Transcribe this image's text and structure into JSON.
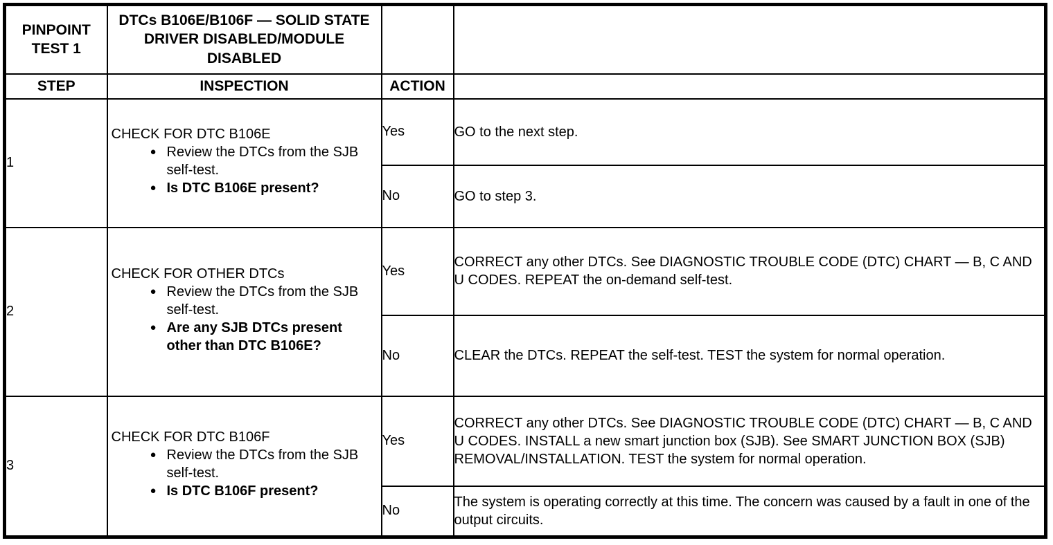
{
  "table": {
    "test_label": "PINPOINT TEST 1",
    "title": "DTCs B106E/B106F — SOLID STATE DRIVER DISABLED/MODULE DISABLED",
    "columns": {
      "step": "STEP",
      "inspection": "INSPECTION",
      "action": "ACTION"
    },
    "steps": [
      {
        "number": "1",
        "heading": "CHECK FOR DTC B106E",
        "bullets": [
          {
            "text": "Review the DTCs from the SJB self-test.",
            "bold": false
          },
          {
            "text": "Is DTC B106E present?",
            "bold": true
          }
        ],
        "results": [
          {
            "answer": "Yes",
            "action": "GO to the next step."
          },
          {
            "answer": "No",
            "action": "GO to step 3."
          }
        ]
      },
      {
        "number": "2",
        "heading": "CHECK FOR OTHER DTCs",
        "bullets": [
          {
            "text": "Review the DTCs from the SJB self-test.",
            "bold": false
          },
          {
            "text": "Are any SJB DTCs present other than DTC B106E?",
            "bold": true
          }
        ],
        "results": [
          {
            "answer": "Yes",
            "action": "CORRECT any other DTCs. See DIAGNOSTIC TROUBLE CODE (DTC) CHART — B, C AND U CODES. REPEAT the on-demand self-test."
          },
          {
            "answer": "No",
            "action": "CLEAR the DTCs. REPEAT the self-test. TEST the system for normal operation."
          }
        ]
      },
      {
        "number": "3",
        "heading": "CHECK FOR DTC B106F",
        "bullets": [
          {
            "text": "Review the DTCs from the SJB self-test.",
            "bold": false
          },
          {
            "text": "Is DTC B106F present?",
            "bold": true
          }
        ],
        "results": [
          {
            "answer": "Yes",
            "action": "CORRECT any other DTCs. See DIAGNOSTIC TROUBLE CODE (DTC) CHART — B, C AND U CODES. INSTALL a new smart junction box (SJB). See SMART JUNCTION BOX (SJB) REMOVAL/INSTALLATION. TEST the system for normal operation."
          },
          {
            "answer": "No",
            "action": "The system is operating correctly at this time. The concern was caused by a fault in one of the output circuits."
          }
        ]
      }
    ]
  },
  "icons": {
    "bullet": "●"
  },
  "colors": {
    "border": "#000000",
    "text": "#000000",
    "background": "#ffffff"
  }
}
